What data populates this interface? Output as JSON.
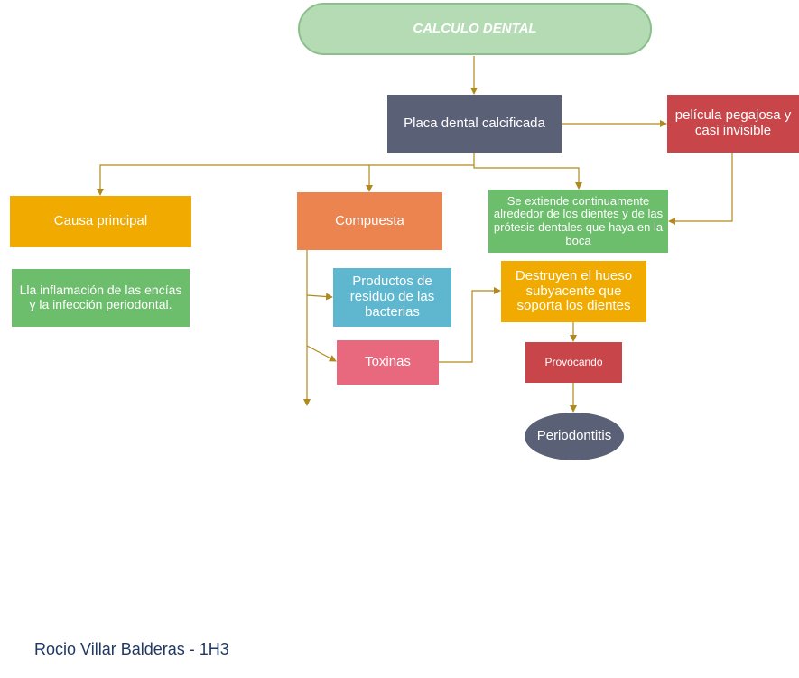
{
  "title": "CALCULO DENTAL",
  "nodes": {
    "placa": "Placa dental calcificada",
    "pelicula": "película pegajosa y casi invisible",
    "causa": "Causa principal",
    "compuesta": "Compuesta",
    "extiende": "Se extiende continuamente alrededor de los dientes y de las prótesis dentales que haya en la boca",
    "inflamacion": "Lla inflamación de las encías y la infección periodontal.",
    "productos": "Productos de residuo de las bacterias",
    "destruyen": "Destruyen el hueso subyacente que soporta los dientes",
    "toxinas": "Toxinas",
    "provocando": "Provocando",
    "periodontitis": "Periodontitis"
  },
  "author": "Rocio Villar Balderas - 1H3",
  "colors": {
    "connector": "#b08a1e",
    "title_fill": "#b5dbb5",
    "dark_slate": "#5a6075",
    "red": "#c8464a",
    "amber": "#f0aa00",
    "orange": "#ec844f",
    "green": "#6cbd6c",
    "teal": "#5eb6cf",
    "pink": "#e8697e"
  }
}
